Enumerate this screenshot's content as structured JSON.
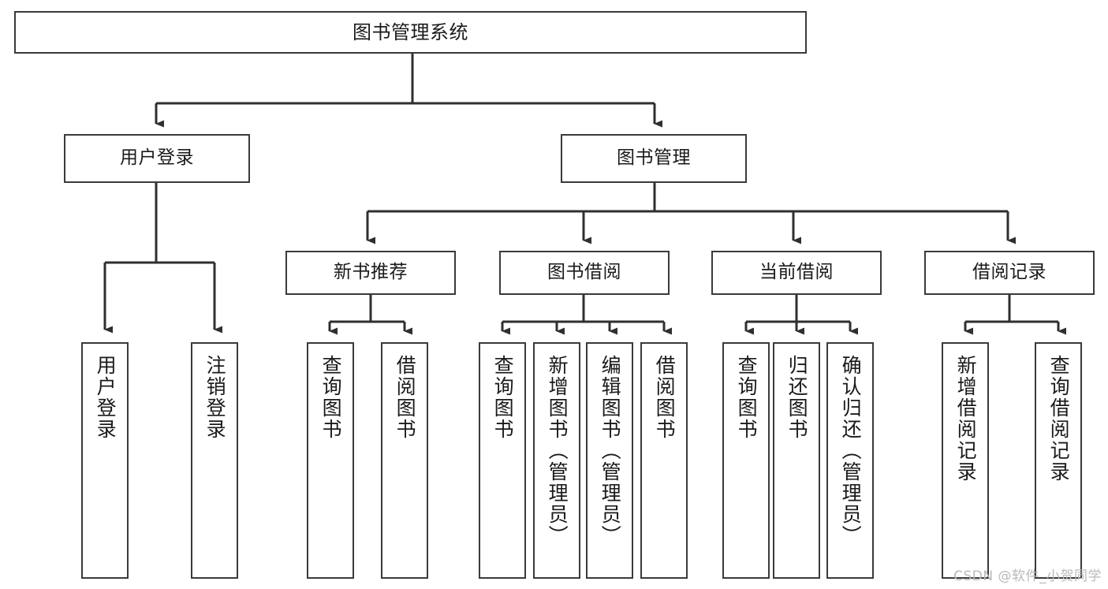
{
  "diagram": {
    "type": "tree-hierarchy-chart",
    "title": "图书管理系统",
    "colors": {
      "box_stroke": "#3a3a3a",
      "connector": "#2f2f2f",
      "background": "#ffffff",
      "text": "#1a1a1a",
      "watermark": "#b9b9b9"
    },
    "root": {
      "label": "图书管理系统"
    },
    "level2": [
      {
        "id": "user-login",
        "label": "用户登录"
      },
      {
        "id": "book-management",
        "label": "图书管理"
      }
    ],
    "level3": [
      {
        "id": "new-book-recommend",
        "label": "新书推荐"
      },
      {
        "id": "book-borrow",
        "label": "图书借阅"
      },
      {
        "id": "current-borrow",
        "label": "当前借阅"
      },
      {
        "id": "borrow-record",
        "label": "借阅记录"
      }
    ],
    "leaves": {
      "user_login": [
        {
          "id": "leaf-user-login",
          "label": "用户登录"
        },
        {
          "id": "leaf-logout-login",
          "label": "注销登录"
        }
      ],
      "new_book_recommend": [
        {
          "id": "leaf-query-book-1",
          "label": "查询图书"
        },
        {
          "id": "leaf-borrow-book-1",
          "label": "借阅图书"
        }
      ],
      "book_borrow": [
        {
          "id": "leaf-query-book-2",
          "label": "查询图书"
        },
        {
          "id": "leaf-add-book",
          "label": "新增图书（管理员）"
        },
        {
          "id": "leaf-edit-book",
          "label": "编辑图书（管理员）"
        },
        {
          "id": "leaf-borrow-book-2",
          "label": "借阅图书"
        }
      ],
      "current_borrow": [
        {
          "id": "leaf-query-book-3",
          "label": "查询图书"
        },
        {
          "id": "leaf-return-book",
          "label": "归还图书"
        },
        {
          "id": "leaf-confirm-return",
          "label": "确认归还（管理员）"
        }
      ],
      "borrow_record": [
        {
          "id": "leaf-add-record",
          "label": "新增借阅记录"
        },
        {
          "id": "leaf-query-record",
          "label": "查询借阅记录"
        }
      ]
    }
  },
  "watermark": {
    "text": "CSDN @软件_小贺同学"
  }
}
